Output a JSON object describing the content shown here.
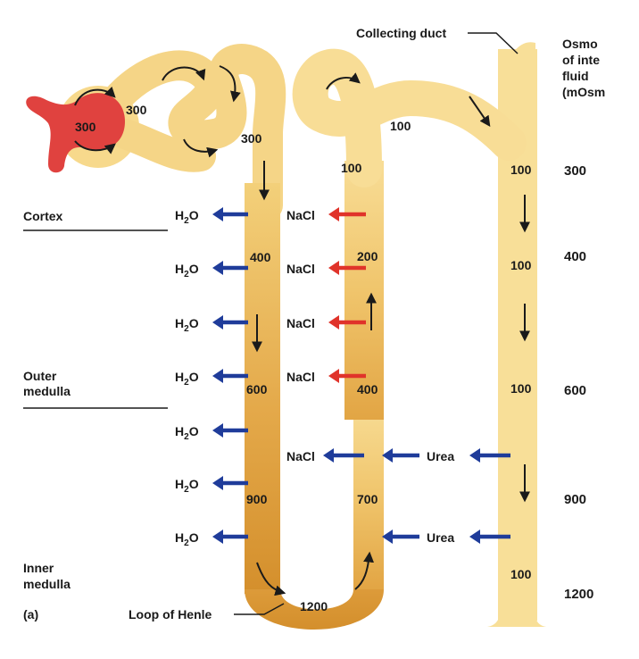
{
  "header": {
    "osmolarity_title_lines": [
      "Osmo",
      "of inte",
      "fluid",
      "(mOsm"
    ]
  },
  "regions": {
    "cortex": "Cortex",
    "outer_medulla": [
      "Outer",
      "medulla"
    ],
    "inner_medulla": [
      "Inner",
      "medulla"
    ]
  },
  "panel_label": "(a)",
  "callouts": {
    "collecting_duct": "Collecting duct",
    "loop_of_henle": "Loop of Henle"
  },
  "glomerulus_value": "300",
  "tubule_values": {
    "bowman": "300",
    "proximal": "300",
    "distal_top": "100",
    "ascending_top": "100",
    "desc_400": "400",
    "desc_600": "600",
    "desc_900": "900",
    "asc_200": "200",
    "asc_400": "400",
    "asc_700": "700",
    "loop_bottom": "1200",
    "cd_1": "100",
    "cd_2": "100",
    "cd_3": "100",
    "cd_4": "100"
  },
  "interstitial_scale": [
    "300",
    "400",
    "600",
    "900",
    "1200"
  ],
  "water_labels": [
    "H",
    "O"
  ],
  "nacl_label": "NaCl",
  "urea_label": "Urea",
  "colors": {
    "tubule_light": "#f7dc95",
    "tubule_dark": "#d9962e",
    "blood": "#e0423f",
    "water_arrow": "#1f3c9a",
    "nacl_arrow": "#e0332a",
    "ink": "#1a1a1a"
  }
}
